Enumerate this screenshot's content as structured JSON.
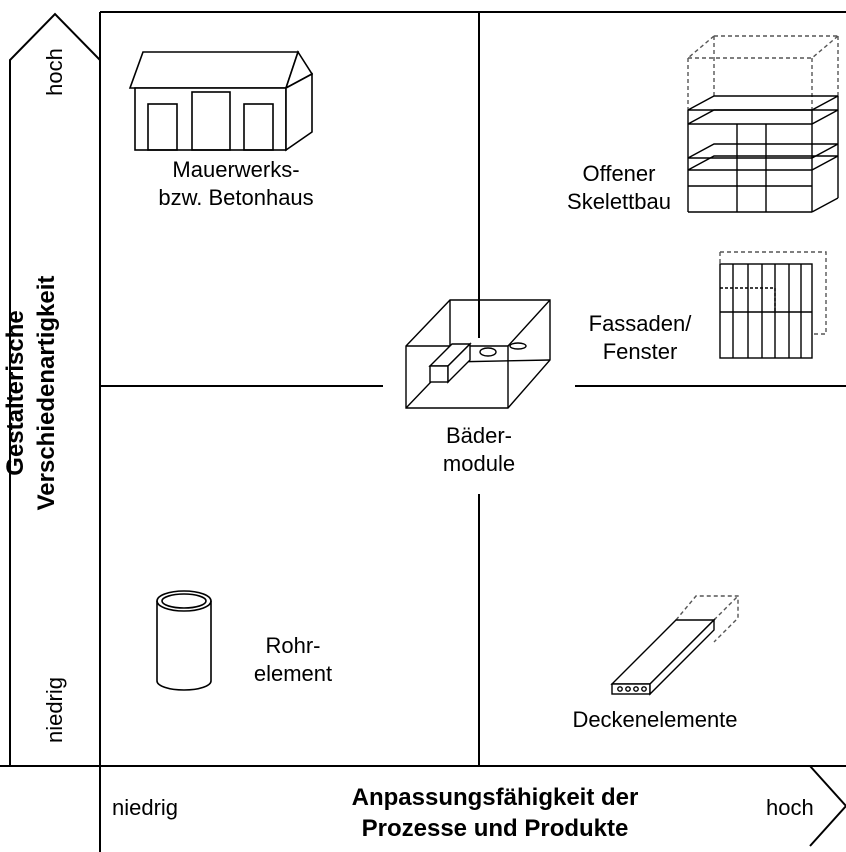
{
  "axes": {
    "y_title_line1": "Gestalterische",
    "y_title_line2": "Verschiedenartigkeit",
    "y_high": "hoch",
    "y_low": "niedrig",
    "x_title_line1": "Anpassungsfähigkeit der",
    "x_title_line2": "Prozesse und Produkte",
    "x_low": "niedrig",
    "x_high": "hoch"
  },
  "items": {
    "masonry_line1": "Mauerwerks-",
    "masonry_line2": "bzw. Betonhaus",
    "skeleton_line1": "Offener",
    "skeleton_line2": "Skelettbau",
    "facade_line1": "Fassaden/",
    "facade_line2": "Fenster",
    "bath_line1": "Bäder-",
    "bath_line2": "module",
    "pipe_line1": "Rohr-",
    "pipe_line2": "element",
    "slab": "Deckenelemente"
  },
  "icons": [
    "house-icon",
    "skeleton-frame-icon",
    "facade-window-icon",
    "bathroom-module-icon",
    "pipe-element-icon",
    "ceiling-slab-icon"
  ]
}
